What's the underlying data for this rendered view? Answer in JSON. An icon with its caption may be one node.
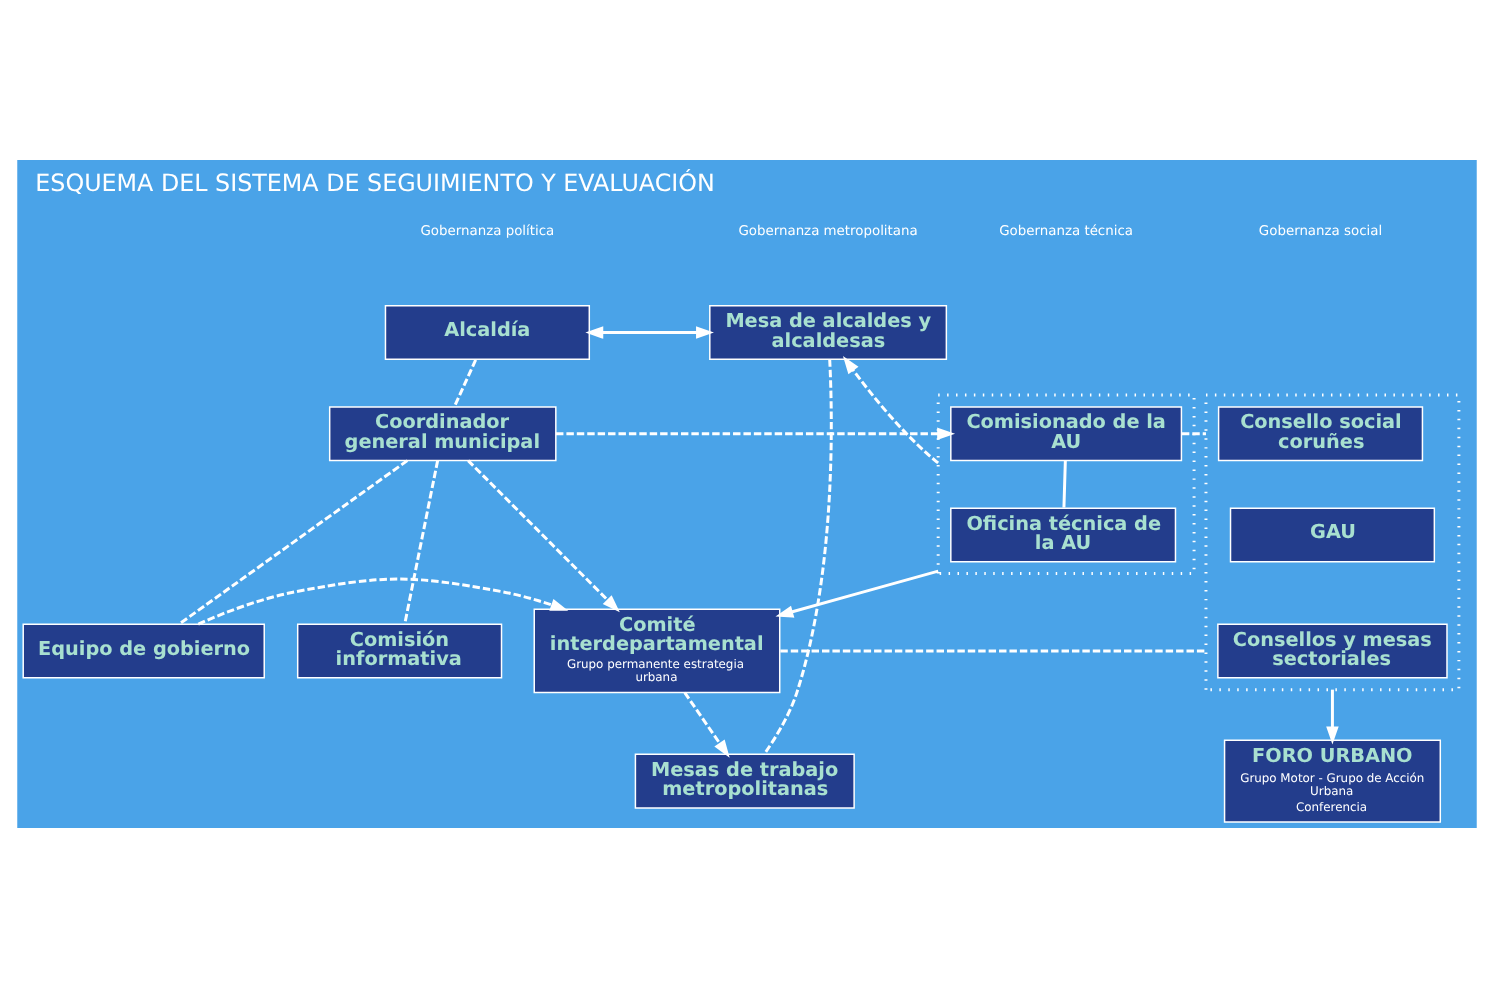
{
  "diagram": {
    "title": "ESQUEMA DEL SISTEMA DE SEGUIMIENTO Y EVALUACIÓN",
    "nodes": [
      {
        "text": [
          "Alcaldía"
        ]
      },
      {
        "text": [
          "Mesa de alcaldes y alcaldesas"
        ]
      },
      {
        "text": [
          "Coordinador general municipal"
        ]
      },
      {
        "text": [],
        "shape": "box"
      },
      {
        "text": [
          "Comisionado de la AU"
        ],
        "in": 3
      },
      {
        "text": [
          "Oficina técnica de la AU"
        ],
        "in": 3
      },
      {
        "text": [],
        "shape": "box"
      },
      {
        "text": [
          "Consello social coruñes"
        ],
        "in": 6
      },
      {
        "text": [
          "GAU"
        ],
        "in": 6
      },
      {
        "text": [
          "Consellos y mesas sectoriales"
        ],
        "in": 6
      },
      {
        "text": [
          "Comisión informativa"
        ]
      },
      {
        "text": [
          "Equipo de gobierno"
        ]
      },
      {
        "text": [
          "Comité interdepartamental",
          "Grupo permanente estrategia urbana"
        ]
      },
      {
        "text": [
          "Mesas de trabajo metropolitanas"
        ]
      },
      {
        "text": [
          "FORO URBANO",
          "Grupo Motor - Grupo de Acción Urbana",
          "Conferencia"
        ]
      }
    ],
    "edges": [
      {
        "from": 0,
        "to": 1,
        "arrow": "both"
      },
      {
        "from": 0,
        "to": 2,
        "arrow": "none",
        "style": "dashed"
      },
      {
        "from": 2,
        "to": 10,
        "arrow": "none",
        "style": "dashed"
      },
      {
        "from": 2,
        "to": 11,
        "arrow": "none",
        "style": "dashed"
      },
      {
        "from": 1,
        "to": 13,
        "arrow": "none",
        "style": "dashed"
      },
      {
        "from": 2,
        "to": 4,
        "arrow": "to",
        "style": "dashed"
      },
      {
        "from": 2,
        "to": 12,
        "arrow": "to",
        "style": "dashed"
      },
      {
        "from": 11,
        "to": 12,
        "arrow": "to",
        "style": "dashed"
      },
      {
        "from": 3,
        "to": 1,
        "arrow": "to",
        "style": "dashed"
      },
      {
        "from": 4,
        "to": 5,
        "arrow": "none"
      },
      {
        "from": 3,
        "to": 12,
        "arrow": "to"
      },
      {
        "from": 4,
        "to": 6,
        "arrow": "none",
        "style": "dashed"
      },
      {
        "from": 12,
        "to": 6,
        "arrow": "none",
        "style": "dashed"
      },
      {
        "from": 12,
        "to": 13,
        "arrow": "to",
        "style": "dashed"
      },
      {
        "from": 6,
        "to": 14,
        "arrow": "to"
      }
    ],
    "labels": [
      "Gobernanza política",
      "Gobernanza metropolitana",
      "Gobernanza técnica",
      "Gobernanza social"
    ]
  }
}
